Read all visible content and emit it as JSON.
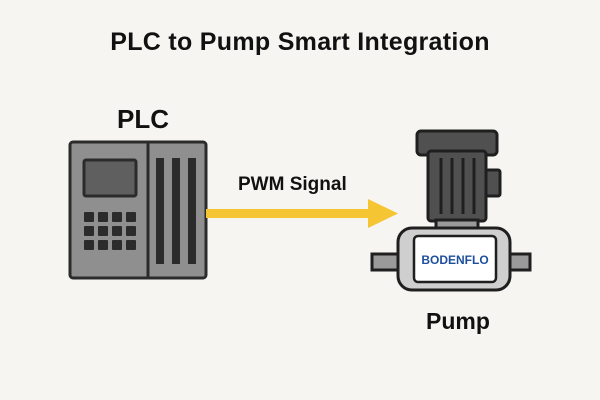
{
  "title": "PLC to Pump Smart Integration",
  "plc": {
    "label": "PLC"
  },
  "connection": {
    "label": "PWM Signal",
    "color": "#f6c534"
  },
  "pump": {
    "label": "Pump",
    "brand": "BODENFLO",
    "brand_color": "#1e4f9c"
  },
  "colors": {
    "background": "#f6f5f1",
    "plc_body": "#8f8f8f",
    "plc_screen": "#5f5f5f",
    "pump_motor": "#505050",
    "pump_housing": "#cfcfcf"
  },
  "icons": [
    "plc-controller-icon",
    "pump-icon",
    "signal-arrow-icon"
  ]
}
